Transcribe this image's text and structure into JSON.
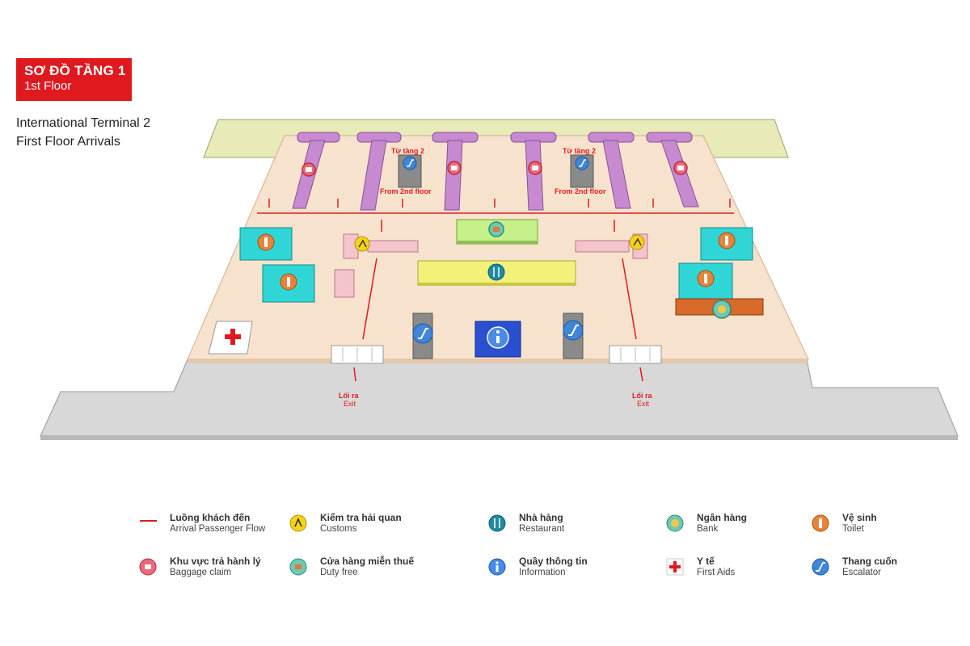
{
  "header": {
    "floor_vi": "SƠ ĐỒ TẦNG 1",
    "floor_en": "1st Floor",
    "subtitle_line1": "International Terminal 2",
    "subtitle_line2": "First Floor Arrivals"
  },
  "map_labels": {
    "from_floor2_vi": "Từ tầng 2",
    "from_floor2_en": "From 2nd floor",
    "exit_vi": "Lối ra",
    "exit_en": "Exit"
  },
  "legend": [
    {
      "icon": "arrival-flow-line",
      "vi": "Luồng khách đến",
      "en": "Arrival Passenger Flow"
    },
    {
      "icon": "customs-icon",
      "vi": "Kiểm tra hải quan",
      "en": "Customs"
    },
    {
      "icon": "restaurant-icon",
      "vi": "Nhà hàng",
      "en": "Restaurant"
    },
    {
      "icon": "bank-icon",
      "vi": "Ngân hàng",
      "en": "Bank"
    },
    {
      "icon": "toilet-icon",
      "vi": "Vệ sinh",
      "en": "Toilet"
    },
    {
      "icon": "baggage-claim-icon",
      "vi": "Khu vực trả hành lý",
      "en": "Baggage claim"
    },
    {
      "icon": "duty-free-icon",
      "vi": "Cửa hàng miễn thuế",
      "en": "Duty free"
    },
    {
      "icon": "information-icon",
      "vi": "Quầy thông tin",
      "en": "Information"
    },
    {
      "icon": "first-aid-icon",
      "vi": "Y tế",
      "en": "First Aids"
    },
    {
      "icon": "escalator-icon",
      "vi": "Thang cuốn",
      "en": "Escalator"
    }
  ],
  "colors": {
    "accent_red": "#e0191f",
    "floor": "#f7e3cd",
    "outer_band": "#e8ebb8",
    "road": "#d8d8d8",
    "carousel": "#c78ad0",
    "toilet_block": "#30d6d6",
    "restaurant_block": "#f2f27a",
    "duty_free_block": "#c6f08a",
    "info_block": "#2a4fd0",
    "bank_block": "#d86a2a"
  }
}
